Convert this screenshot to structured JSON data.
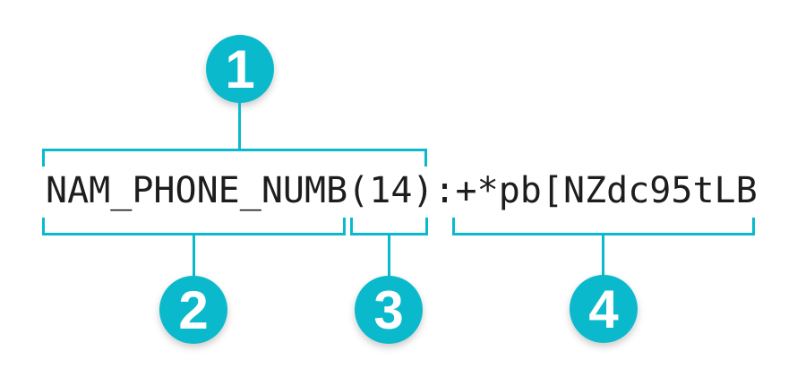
{
  "figure": {
    "record_string": "NAM_PHONE_NUMB(14):+*pb[NZdc95tLB",
    "callouts": [
      {
        "label": "1",
        "marks": "NAM_PHONE_NUMB(14)"
      },
      {
        "label": "2",
        "marks": "NAM_PHONE_NUMB"
      },
      {
        "label": "3",
        "marks": "(14)"
      },
      {
        "label": "4",
        "marks": "+*pb[NZdc95tLB"
      }
    ],
    "colors": {
      "accent": "#0ABACC",
      "text": "#1D1D1D",
      "badge_text": "#FFFFFF",
      "background": "#FFFFFF"
    }
  }
}
